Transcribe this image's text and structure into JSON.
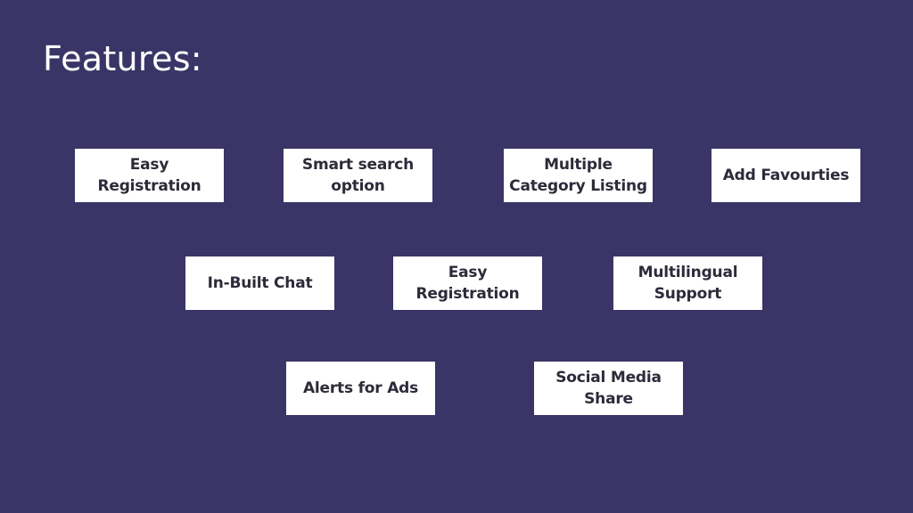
{
  "theme": {
    "background": "#3a3566",
    "box_background": "#ffffff",
    "box_text": "#2b2b3a",
    "title_color": "#ffffff"
  },
  "slide": {
    "title": "Features:",
    "features": [
      "Easy Registration",
      "Smart search option",
      "Multiple Category Listing",
      "Add Favourties",
      "In-Built Chat",
      "Easy Registration",
      "Multilingual Support",
      "Alerts for Ads",
      "Social Media Share"
    ]
  }
}
